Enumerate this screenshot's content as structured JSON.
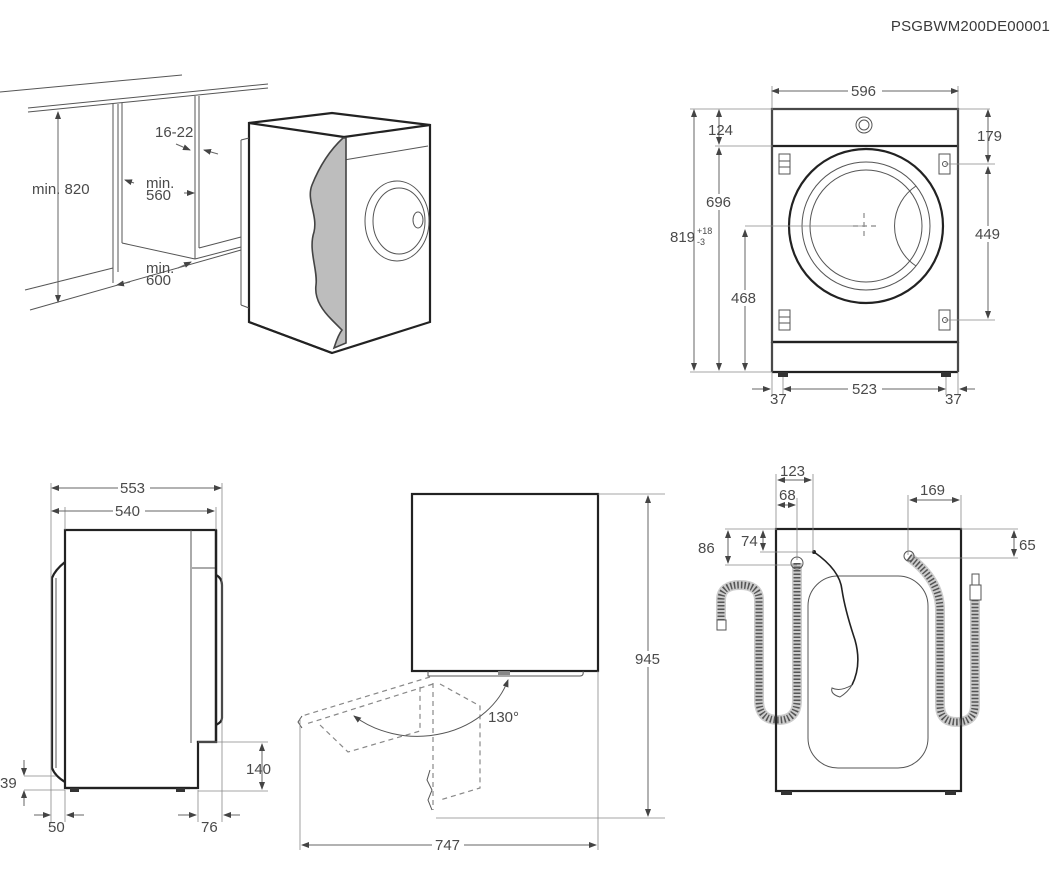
{
  "document_code": "PSGBWM200DE00001",
  "views": {
    "installation_niche": {
      "labels": {
        "height": "min. 820",
        "panel_gap": "16-22",
        "width_min": "min.",
        "width_val": "560",
        "depth_min": "min.",
        "depth_val": "600"
      }
    },
    "front": {
      "labels": {
        "width": "596",
        "top_panel": "124",
        "top_to_hinge": "179",
        "below_panel": "696",
        "height_main": "819",
        "height_tol_plus": "+18",
        "height_tol_minus": "-3",
        "hinge_spacing": "449",
        "door_center": "468",
        "feet_spacing": "523",
        "foot_left": "37",
        "foot_right": "37"
      }
    },
    "side": {
      "labels": {
        "depth_total": "553",
        "depth_body": "540",
        "plinth_height": "140",
        "door_bottom": "39",
        "front_offset": "50",
        "back_offset": "76"
      }
    },
    "top": {
      "labels": {
        "door_angle": "130°",
        "total_depth_open": "945",
        "total_width_open": "747"
      }
    },
    "rear": {
      "labels": {
        "drain_x": "123",
        "inlet_x": "68",
        "inlet_y": "86",
        "drain_y": "74",
        "inlet_right_x": "169",
        "inlet_right_y": "65"
      }
    }
  }
}
